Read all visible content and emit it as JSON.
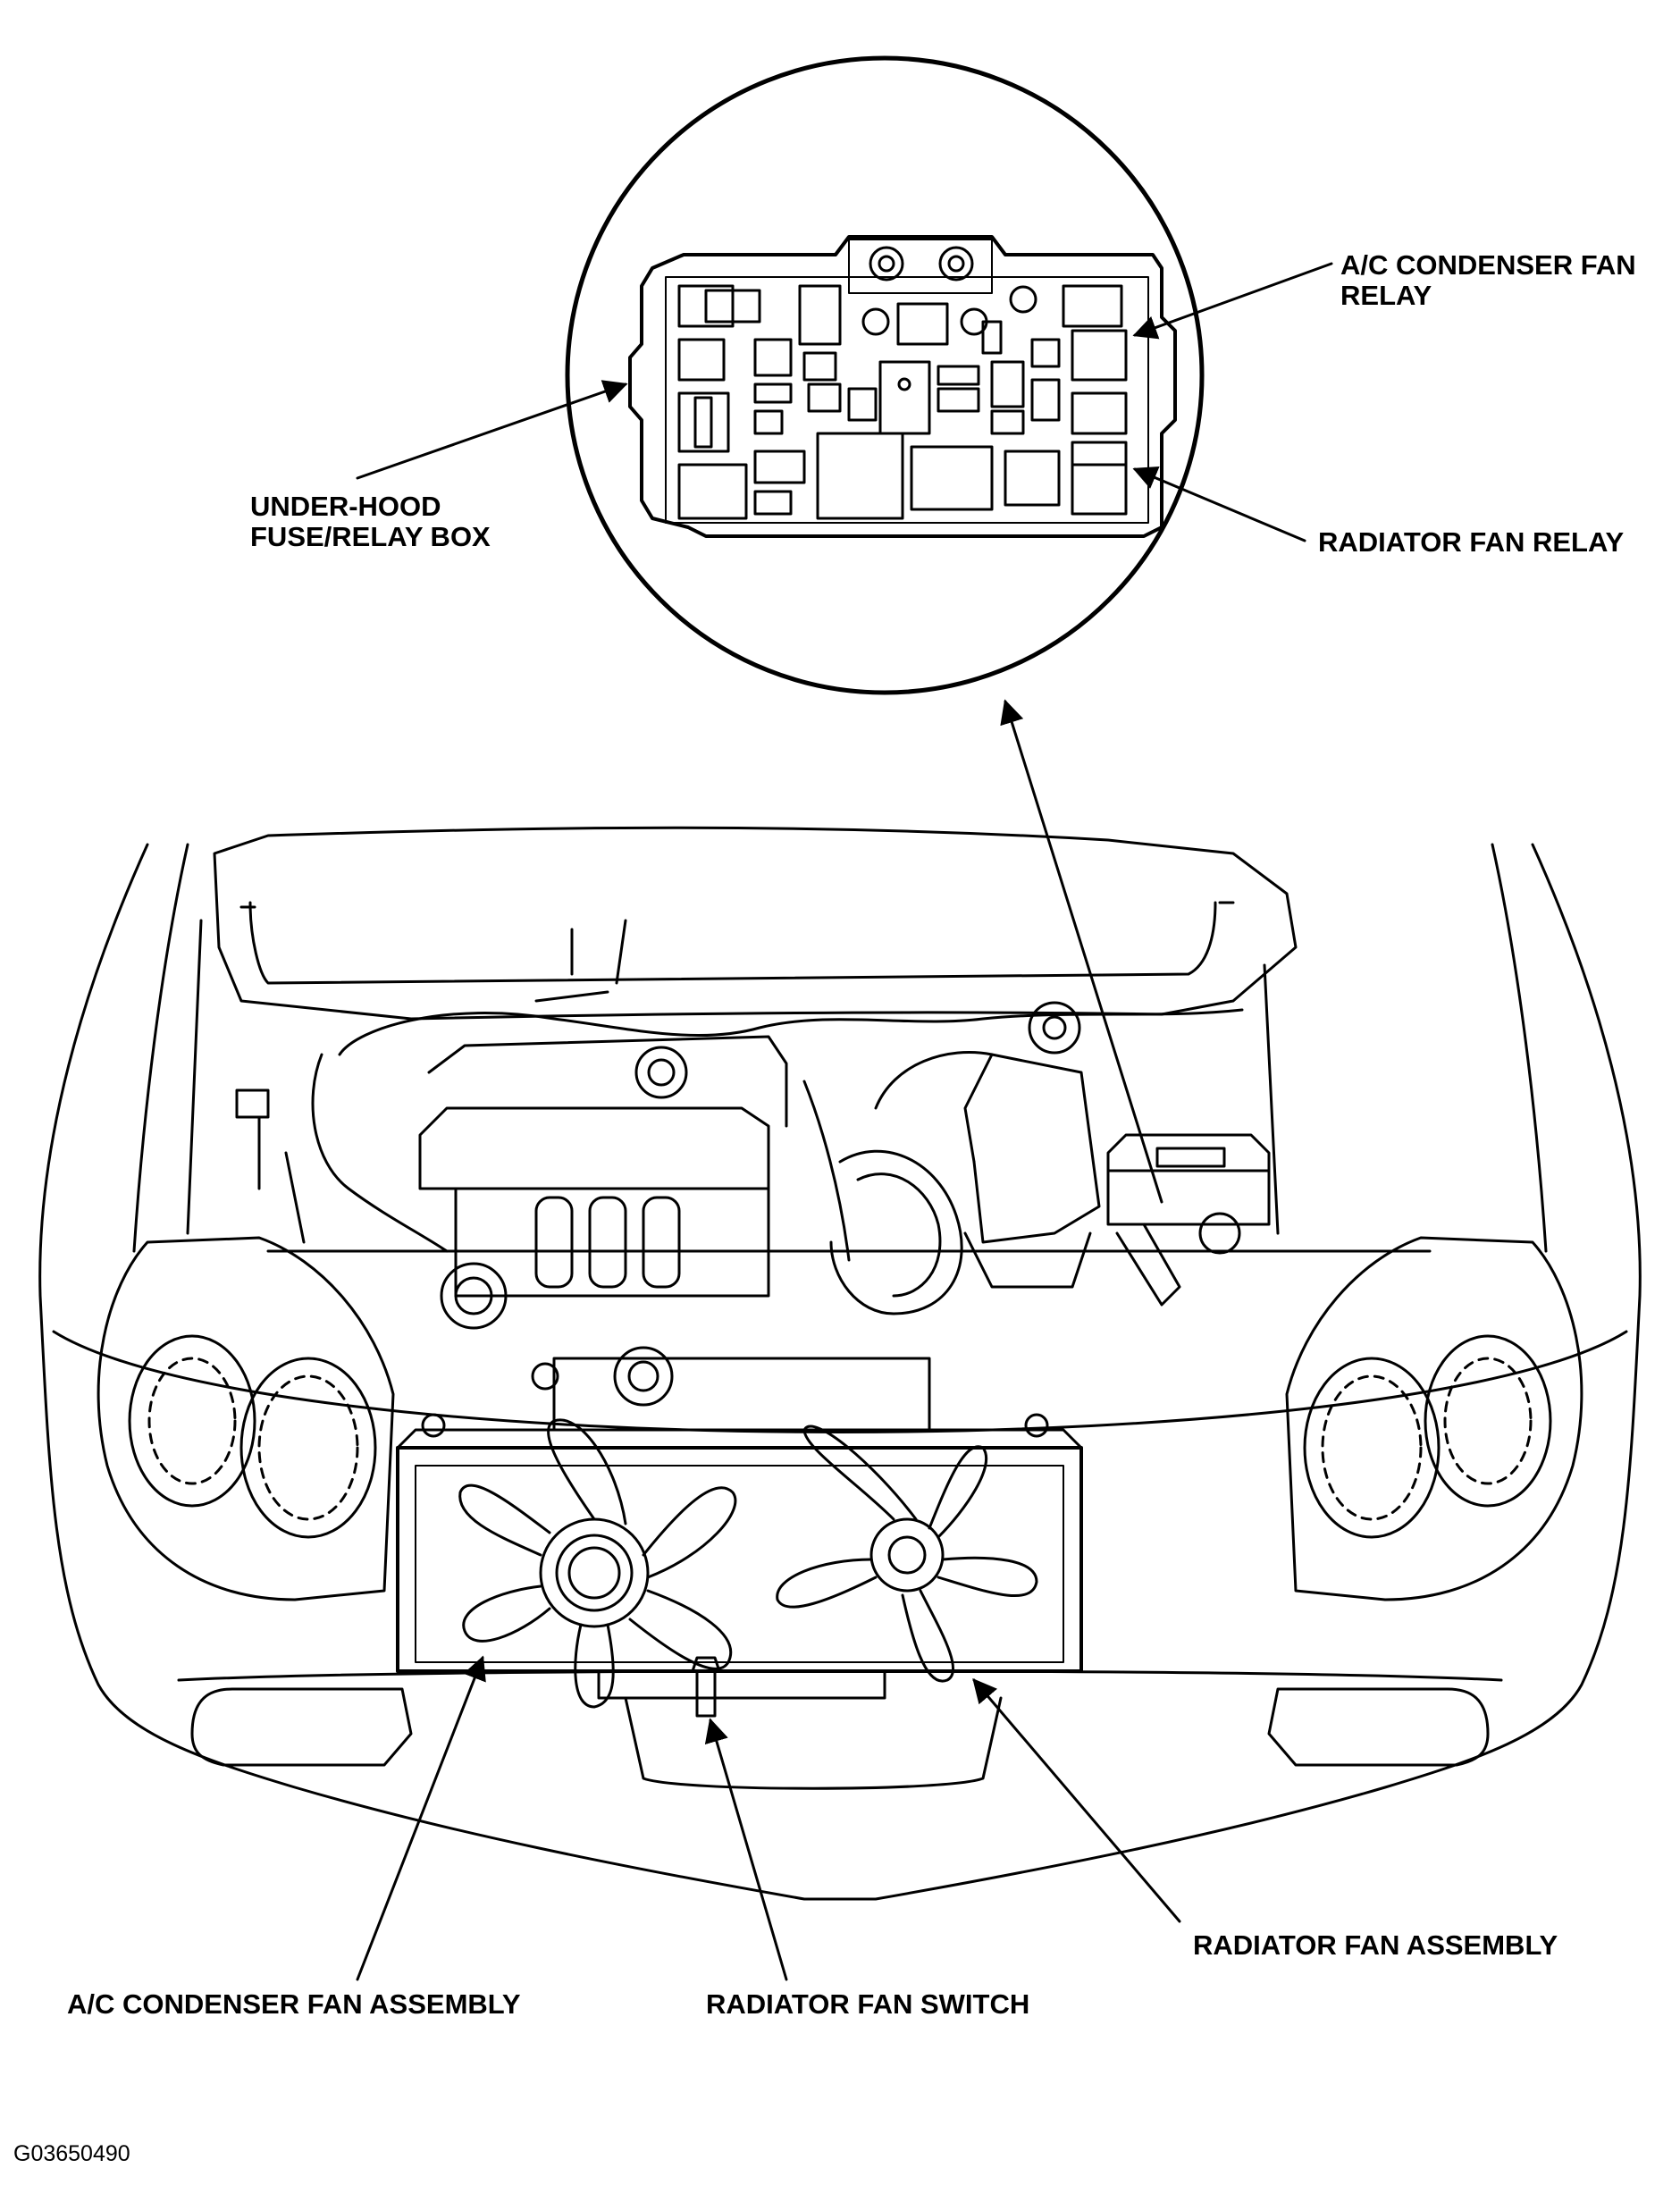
{
  "diagram": {
    "callouts": {
      "ac_relay": {
        "line1": "A/C CONDENSER FAN",
        "line2": "RELAY"
      },
      "fuse_box": {
        "line1": "UNDER-HOOD",
        "line2": "FUSE/RELAY BOX"
      },
      "radiator_relay": {
        "text": "RADIATOR FAN RELAY"
      },
      "radiator_fan_assembly": {
        "text": "RADIATOR FAN ASSEMBLY"
      },
      "ac_fan_assembly": {
        "text": "A/C CONDENSER FAN ASSEMBLY"
      },
      "radiator_fan_switch": {
        "text": "RADIATOR FAN SWITCH"
      }
    },
    "figure_id": "G03650490"
  },
  "colors": {
    "ink": "#000000",
    "paper": "#ffffff"
  }
}
